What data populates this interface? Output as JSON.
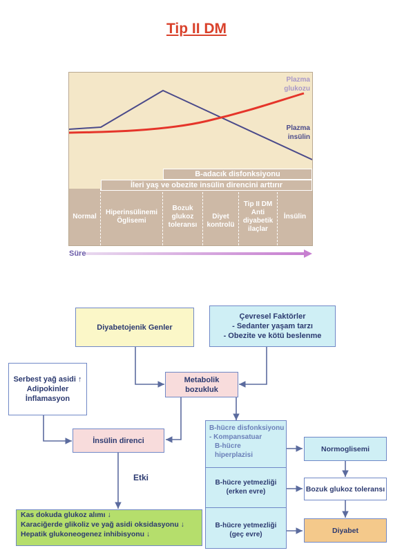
{
  "title": "Tip II DM",
  "chart": {
    "line_labels": {
      "glucose": "Plazma\nglukozu",
      "insulin": "Plazma\ninsülin"
    },
    "bands": {
      "beta_dysfunction": "B-adacık disfonksiyonu",
      "age_obesity": "İleri yaş ve obezite insülin direncini arttırır"
    },
    "stages": [
      "Normal",
      "Hiperinsülinemi\nÖglisemi",
      "Bozuk\nglukoz\ntoleransı",
      "Diyet\nkontrolü",
      "Tip II DM\nAnti\ndiyabetik\nilaçlar",
      "İnsülin"
    ],
    "time_label": "Süre"
  },
  "chart_data": {
    "type": "line",
    "xlabel": "Süre",
    "series": [
      {
        "name": "Plazma glukozu",
        "trend": "rising"
      },
      {
        "name": "Plazma insülin",
        "trend": "rise then fall"
      }
    ]
  },
  "flow": {
    "genes": "Diyabetojenik Genler",
    "env_title": "Çevresel Faktörler",
    "env_item1": "- Sedanter yaşam tarzı",
    "env_item2": "- Obezite ve kötü beslenme",
    "fat": "Serbest yağ asidi ↑\nAdipokinler\nİnflamasyon",
    "metabolic": "Metabolik\nbozukluk",
    "insulin_resistance": "İnsülin direnci",
    "effect": "Etki",
    "tissue1": "Kas dokuda glukoz alımı ↓",
    "tissue2": "Karaciğerde glikoliz ve yağ asidi oksidasyonu ↓",
    "tissue3": "Hepatik glukoneogenez inhibisyonu ↓",
    "beta_title": "B-hücre disfonksiyonu",
    "beta_item1": "- Kompansatuar",
    "beta_item2": "B-hücre",
    "beta_item3": "hiperplazisi",
    "beta_early": "B-hücre yetmezliği\n(erken evre)",
    "beta_late": "B-hücre yetmezliği\n(geç evre)",
    "normo": "Normoglisemi",
    "igt": "Bozuk glukoz toleransı",
    "diabetes": "Diyabet"
  },
  "colors": {
    "title": "#d9412b",
    "glucose_line": "#e5352a",
    "insulin_line": "#4a4a8a",
    "chart_bg": "#f4e7c8",
    "band": "#cdb9a6",
    "pink": "#f8dcdc",
    "yellow": "#fbf7c8",
    "green": "#b5de6c",
    "cyan": "#cfeff5",
    "orange": "#f4c98b",
    "arrow": "#5b6b9e"
  }
}
